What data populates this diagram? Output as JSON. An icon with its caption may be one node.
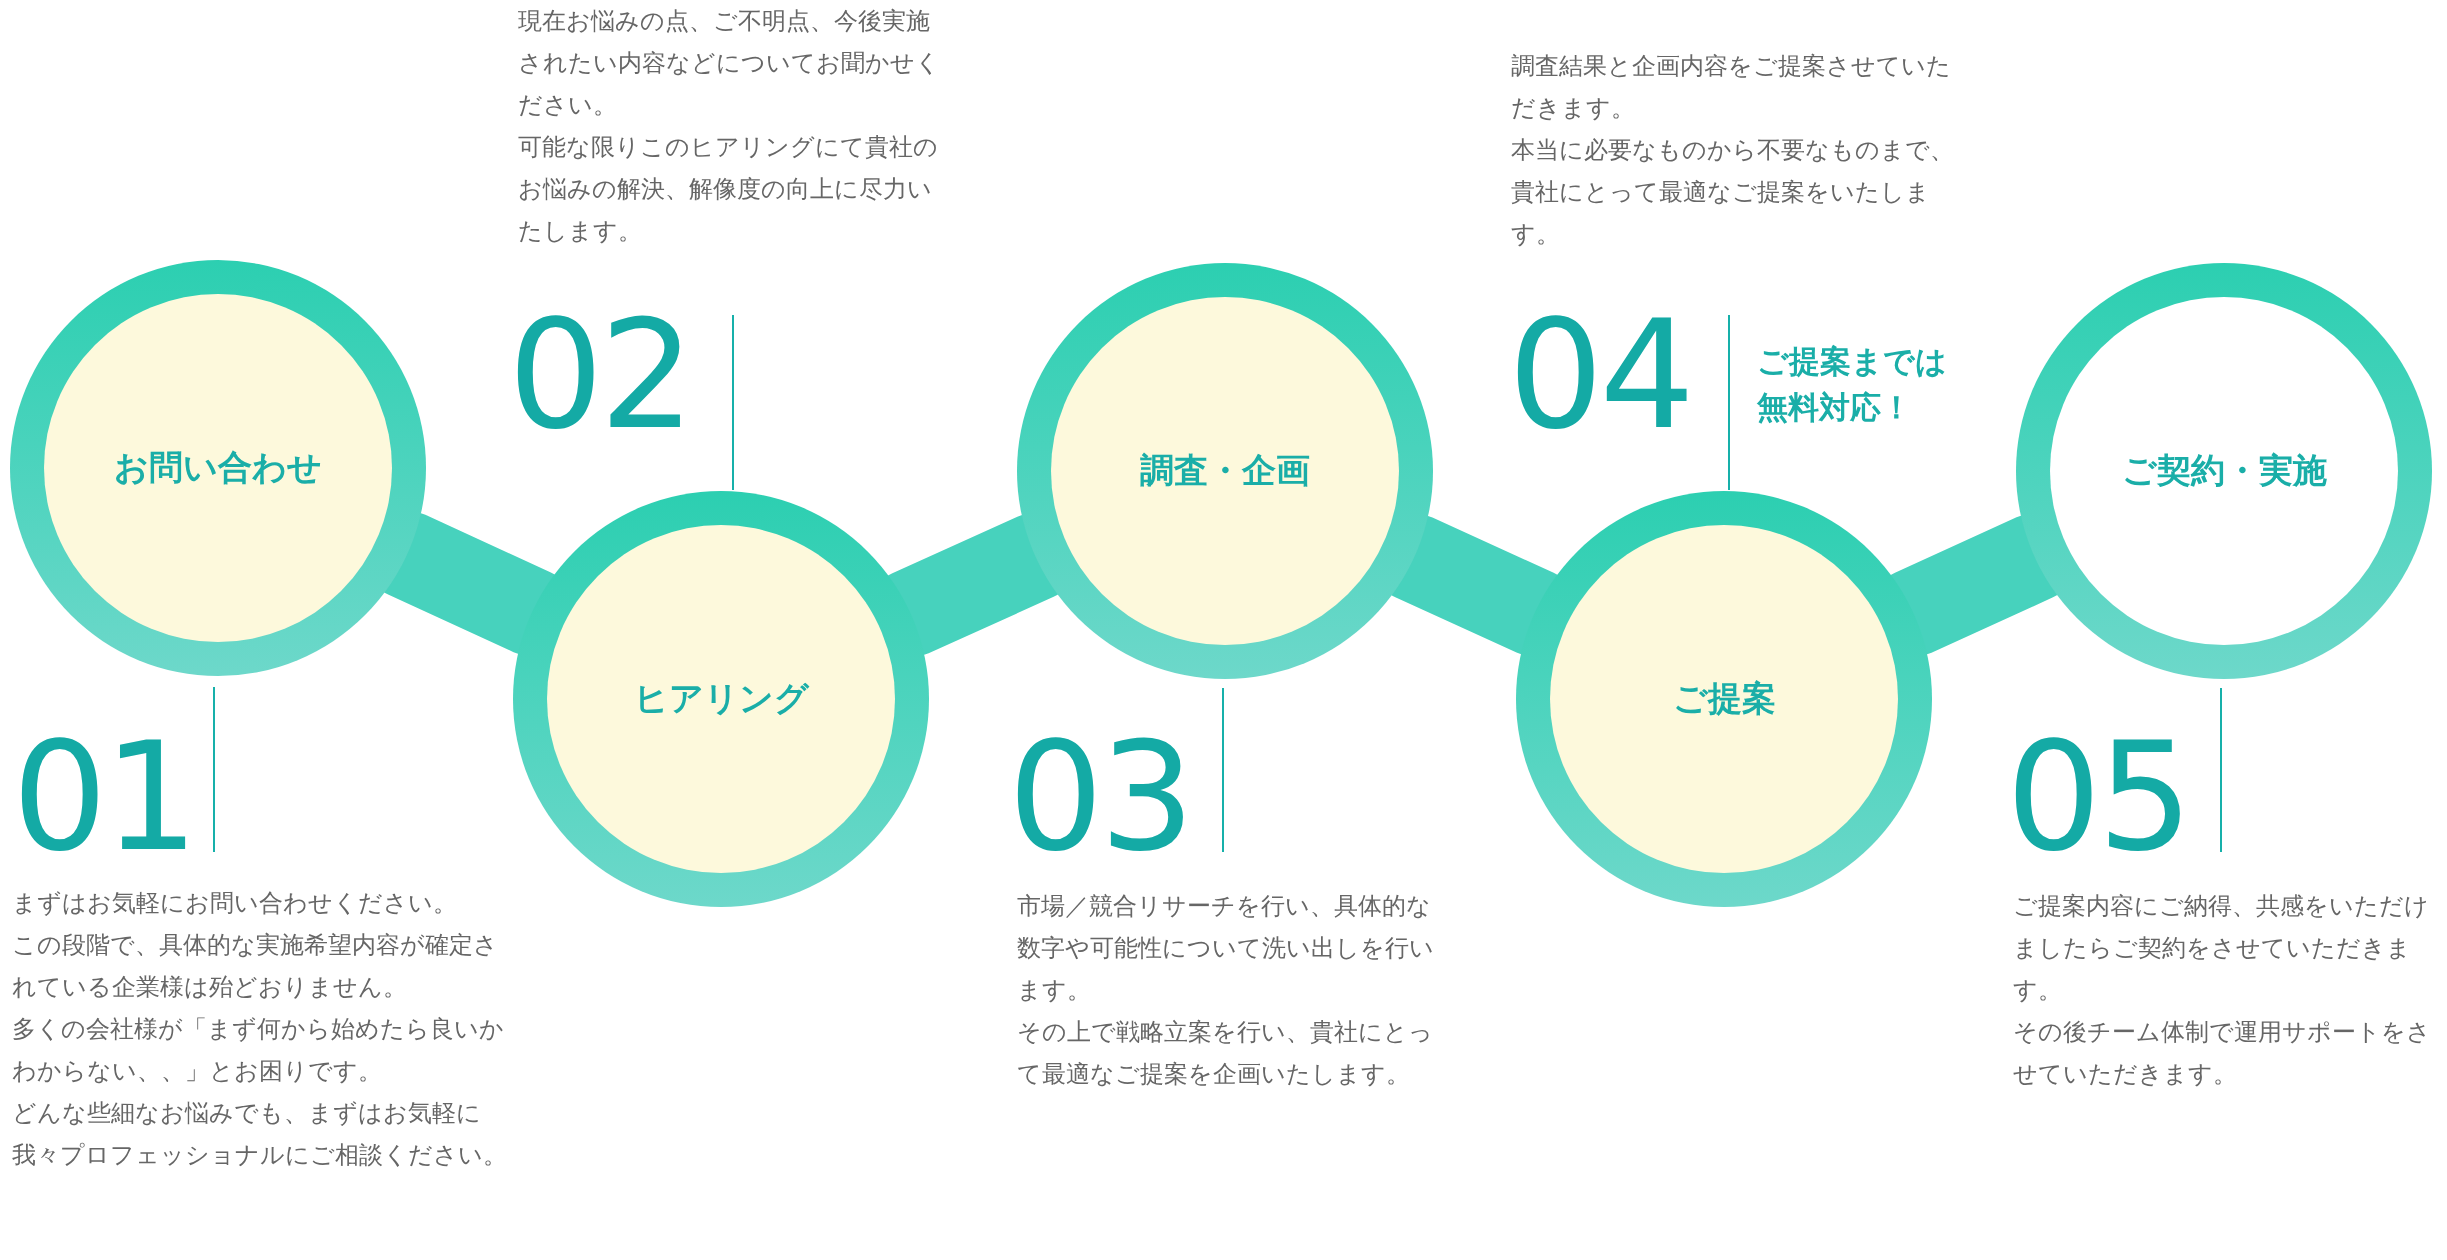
{
  "diagram": {
    "nodes": [
      {
        "text": [
          "お問い合わせ"
        ],
        "beside": [
          "01",
          "まずはお気軽にお問い合わせください。",
          "この段階で、具体的な実施希望内容が確定されている企業様は殆どおりません。",
          "多くの会社様が「まず何から始めたら良いかわからない、、」とお困りです。",
          "どんな些細なお悩みでも、まずはお気軽に我々プロフェッショナルにご相談ください。"
        ]
      },
      {
        "text": [
          "ヒアリング"
        ],
        "beside": [
          "02",
          "現在お悩みの点、ご不明点、今後実施されたい内容などについてお聞かせください。",
          "可能な限りこのヒアリングにて貴社のお悩みの解決、解像度の向上に尽力いたします。"
        ]
      },
      {
        "text": [
          "調査・企画"
        ],
        "beside": [
          "03",
          "市場／競合リサーチを行い、具体的な数字や可能性について洗い出しを行います。",
          "その上で戦略立案を行い、貴社にとって最適なご提案を企画いたします。"
        ]
      },
      {
        "text": [
          "ご提案"
        ],
        "beside": [
          "04",
          "調査結果と企画内容をご提案させていただきます。",
          "本当に必要なものから不要なものまで、貴社にとって最適なご提案をいたします。"
        ]
      },
      {
        "text": [
          "ご契約・実施"
        ],
        "beside": [
          "05",
          "ご提案内容にご納得、共感をいただけましたらご契約をさせていただきます。",
          "その後チーム体制で運用サポートをさせていただきます。"
        ]
      }
    ],
    "edges": [
      {
        "from": 0,
        "to": 1,
        "arrow": "none"
      },
      {
        "from": 1,
        "to": 2,
        "arrow": "none"
      },
      {
        "from": 2,
        "to": 3,
        "arrow": "none"
      },
      {
        "from": 3,
        "to": 4,
        "arrow": "none"
      }
    ],
    "labels": [
      "ご提案までは無料対応！"
    ]
  }
}
